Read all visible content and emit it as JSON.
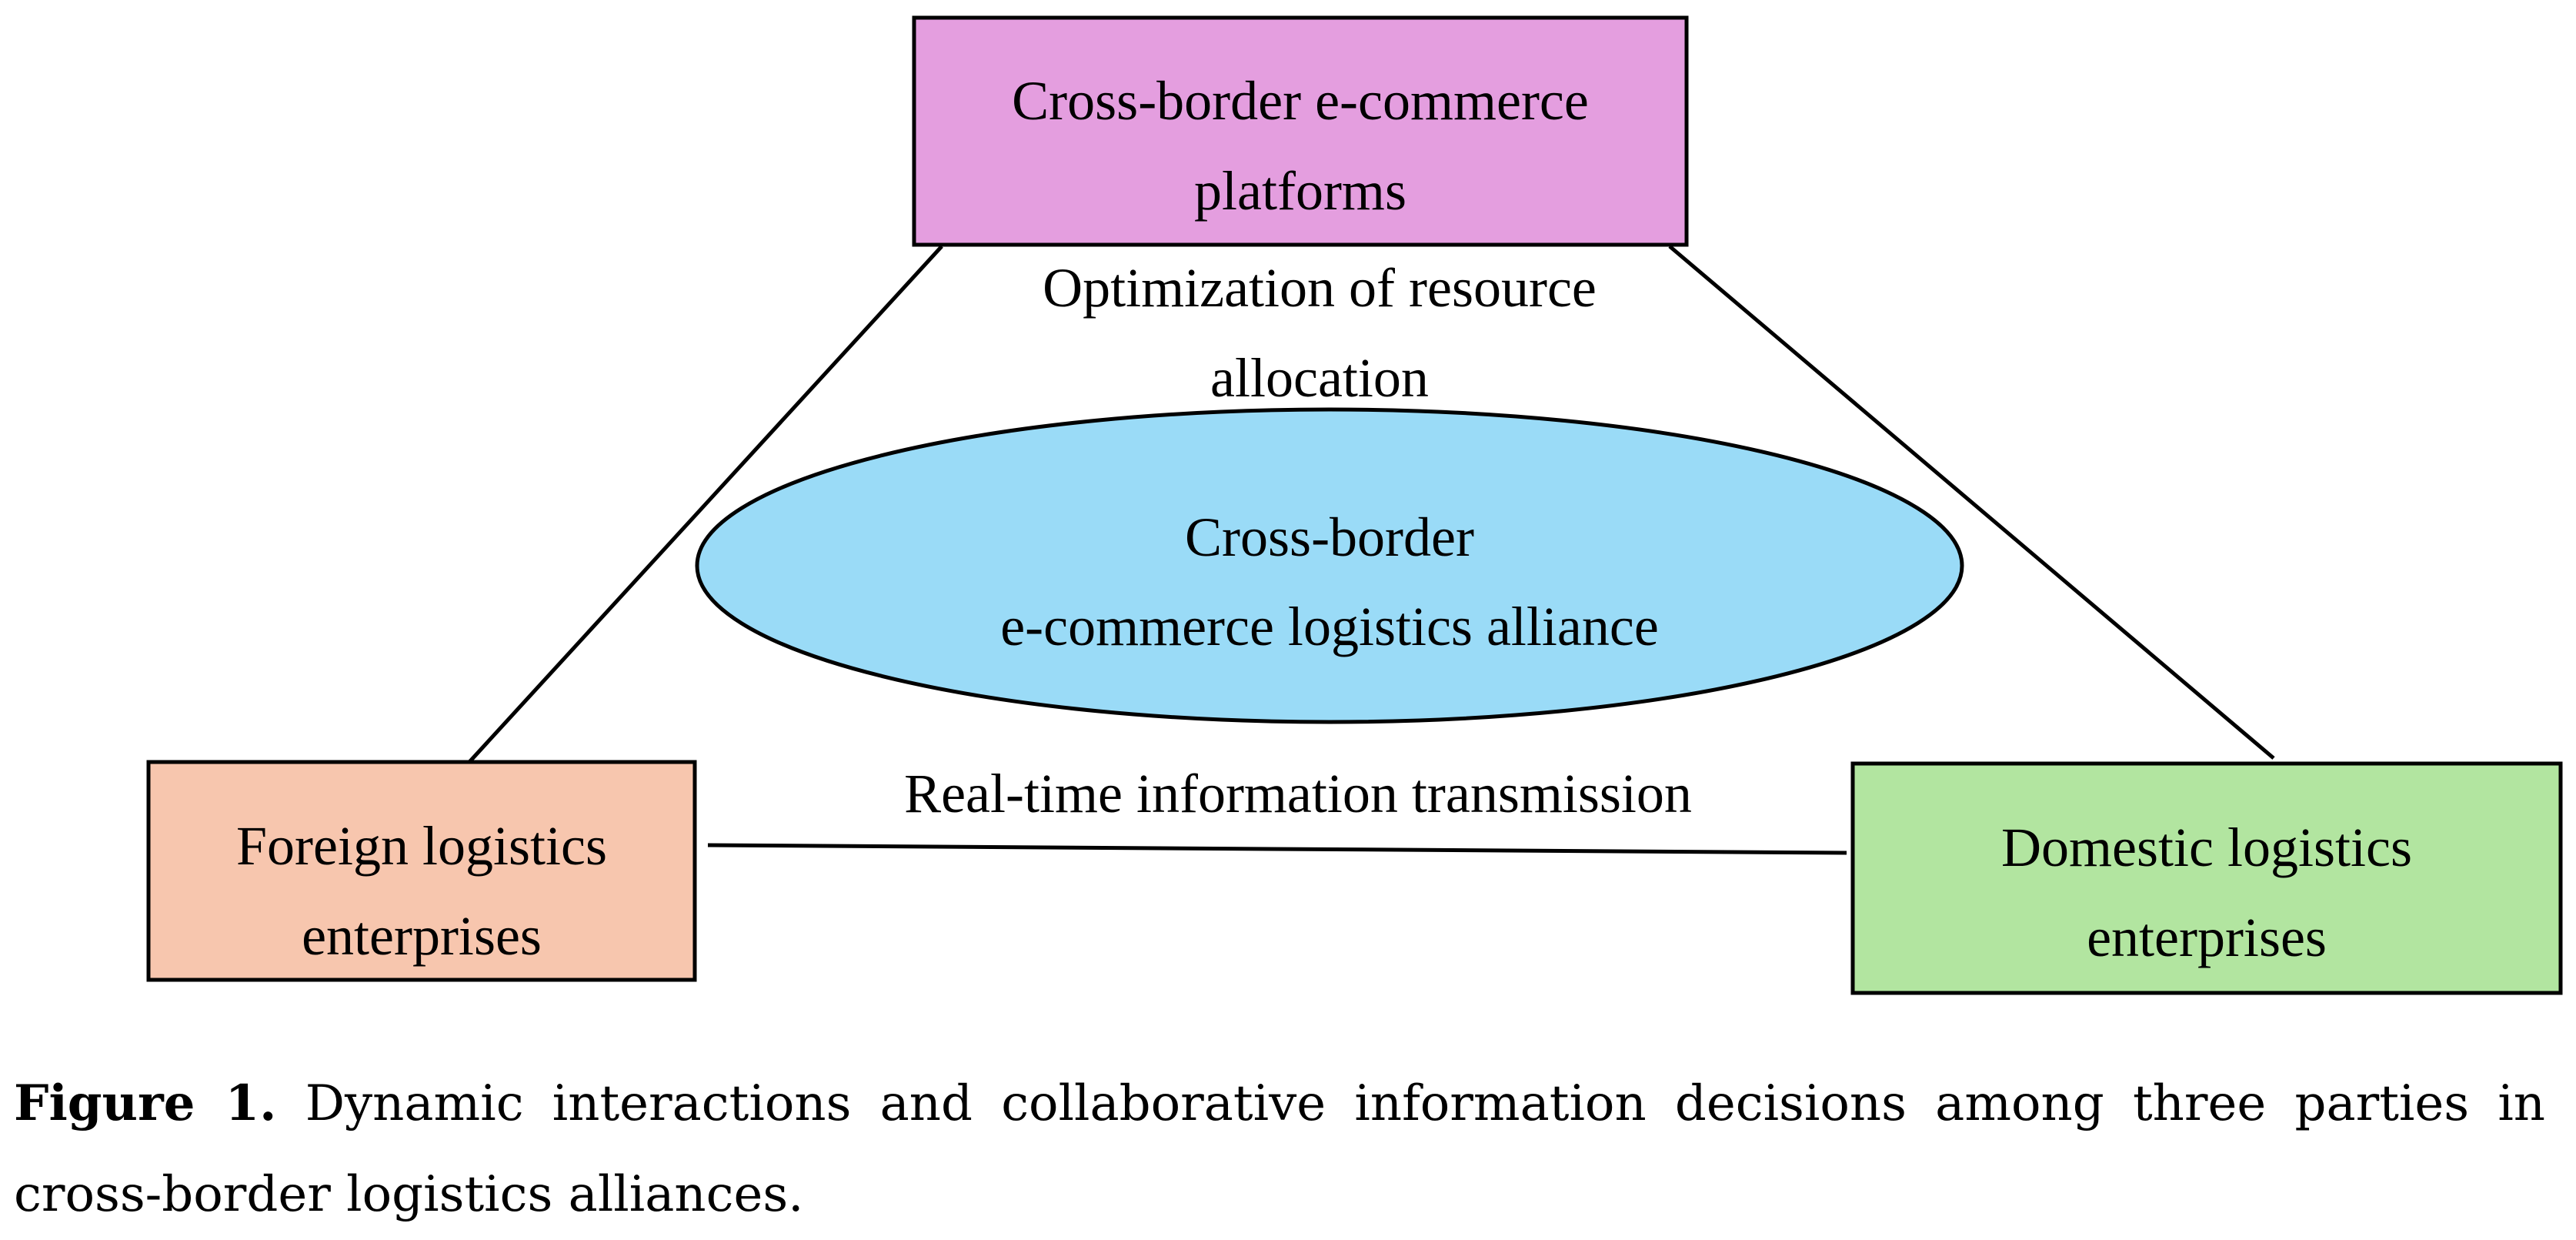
{
  "nodes": {
    "top": {
      "lines": [
        "Cross-border e-commerce",
        "platforms"
      ],
      "fill": "#E49EDF"
    },
    "left": {
      "lines": [
        "Foreign logistics",
        "enterprises"
      ],
      "fill": "#F7C6AE"
    },
    "right": {
      "lines": [
        "Domestic logistics",
        "enterprises"
      ],
      "fill": "#B2E5A0"
    },
    "center": {
      "lines": [
        "Cross-border",
        "e-commerce logistics alliance"
      ],
      "fill": "#9ADBF7"
    }
  },
  "edges": {
    "top_label_lines": [
      "Optimization of resource",
      "allocation"
    ],
    "bottom_label": "Real-time information transmission"
  },
  "caption": {
    "label": "Figure 1.",
    "text": "Dynamic interactions and collaborative information decisions among three parties in cross-border logistics alliances."
  }
}
